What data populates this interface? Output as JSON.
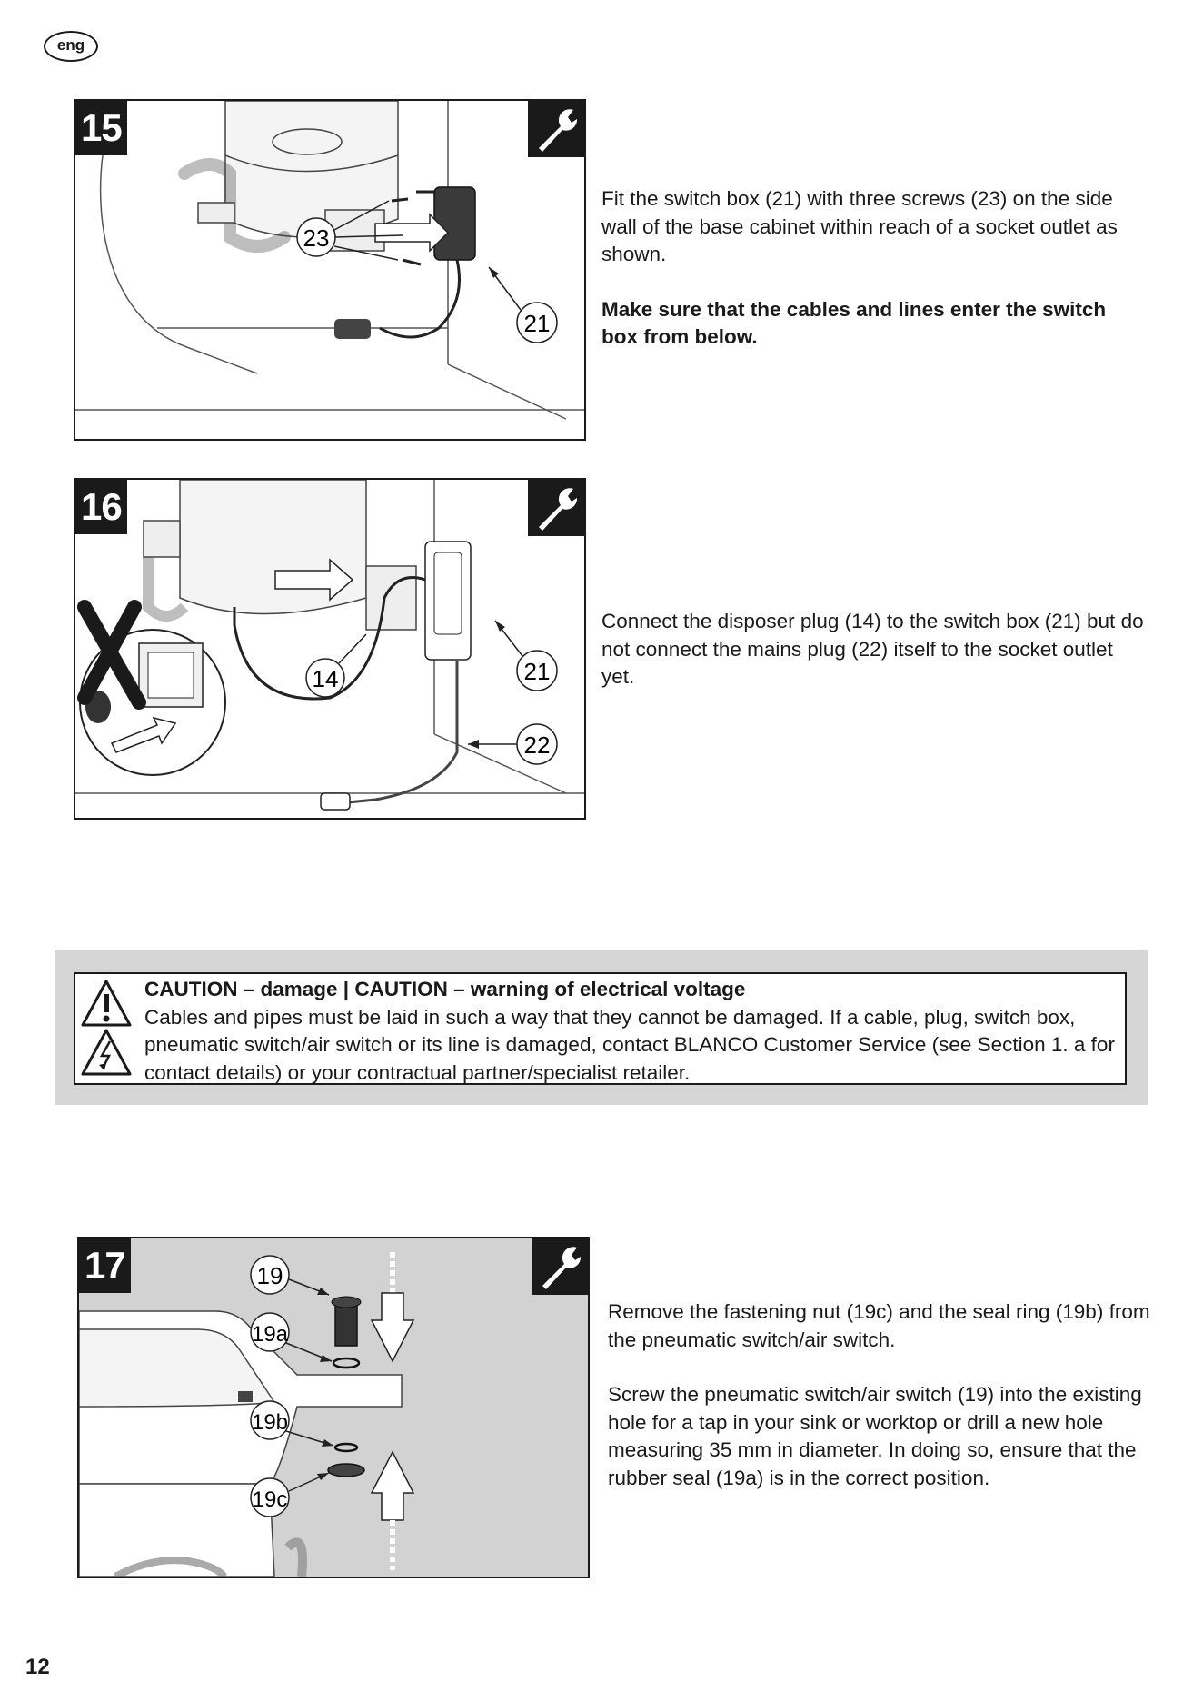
{
  "page": {
    "language_badge": "eng",
    "page_number": "12"
  },
  "steps": [
    {
      "number": "15",
      "icon": "wrench-icon",
      "callouts": [
        "23",
        "21"
      ],
      "paragraphs": [
        "Fit the switch box (21) with three screws (23) on the side wall of the base cabinet within reach of a socket outlet as shown."
      ],
      "bold_paragraph": "Make sure that the cables and lines enter the switch box from below."
    },
    {
      "number": "16",
      "icon": "wrench-icon",
      "callouts": [
        "14",
        "21",
        "22"
      ],
      "paragraphs": [
        "Connect the disposer plug (14) to the switch box (21) but do not connect the mains plug (22) itself to the socket outlet yet."
      ]
    },
    {
      "number": "17",
      "icon": "wrench-icon",
      "callouts": [
        "19",
        "19a",
        "19b",
        "19c"
      ],
      "paragraphs": [
        "Remove the fastening nut (19c) and the seal ring (19b) from the pneumatic switch/air switch.",
        "Screw the pneumatic switch/air switch (19) into the existing hole for a tap in your sink or worktop or drill a new hole measuring 35 mm in diameter. In doing so, ensure that the rubber seal (19a) is in the correct position."
      ]
    }
  ],
  "caution": {
    "title": "CAUTION – damage | CAUTION – warning of electrical voltage",
    "body": "Cables and pipes must be laid in such a way that they cannot be damaged. If a cable, plug, switch box, pneumatic switch/air switch or its line is damaged, contact BLANCO Customer Service (see Section 1. a for contact details) or your contractual partner/specialist retailer.",
    "icons": [
      "warning-exclamation-icon",
      "electrical-voltage-icon"
    ]
  }
}
